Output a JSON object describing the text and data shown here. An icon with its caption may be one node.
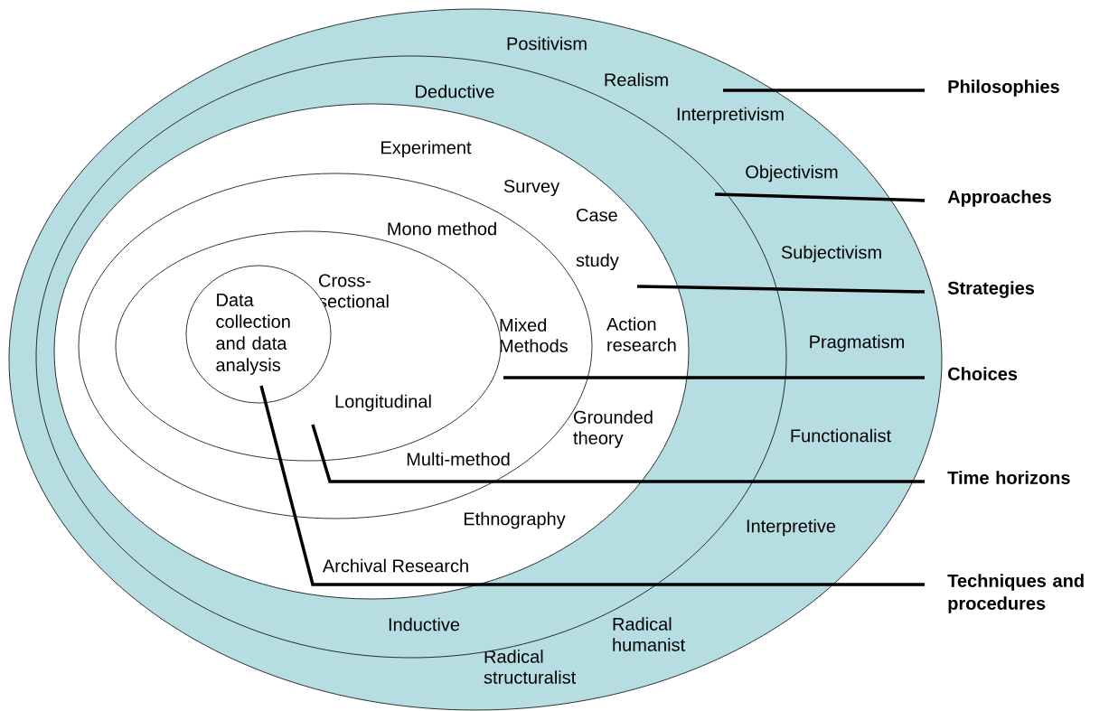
{
  "diagram": {
    "nodes": [
      {
        "text": [
          "Positivism",
          "Realism",
          "Interpretivism",
          "Objectivism",
          "Subjectivism",
          "Pragmatism",
          "Functionalist",
          "Interpretive",
          "Radical humanist",
          "Radical structuralist"
        ]
      },
      {
        "text": [
          "Deductive",
          "Inductive"
        ],
        "in": 0
      },
      {
        "text": [
          "Experiment",
          "Survey",
          "Case study",
          "Action research",
          "Grounded theory",
          "Ethnography",
          "Archival Research"
        ],
        "in": 1
      },
      {
        "text": [
          "Mono method",
          "Mixed Methods",
          "Multi-method"
        ],
        "in": 2
      },
      {
        "text": [
          "Cross-sectional",
          "Longitudinal"
        ],
        "in": 3
      },
      {
        "text": [
          "Data collection and data analysis"
        ],
        "in": 4
      },
      {
        "text": [
          "Philosophies"
        ]
      },
      {
        "text": [
          "Approaches"
        ]
      },
      {
        "text": [
          "Strategies"
        ]
      },
      {
        "text": [
          "Choices"
        ]
      },
      {
        "text": [
          "Time horizons"
        ]
      },
      {
        "text": [
          "Techniques and procedures"
        ]
      }
    ],
    "edges": [
      {
        "from": 6,
        "to": 0,
        "arrow": "none"
      },
      {
        "from": 7,
        "to": 1,
        "arrow": "none"
      },
      {
        "from": 8,
        "to": 2,
        "arrow": "none"
      },
      {
        "from": 9,
        "to": 3,
        "arrow": "none"
      },
      {
        "from": 10,
        "to": 4,
        "arrow": "none"
      },
      {
        "from": 11,
        "to": 5,
        "arrow": "none"
      }
    ]
  }
}
